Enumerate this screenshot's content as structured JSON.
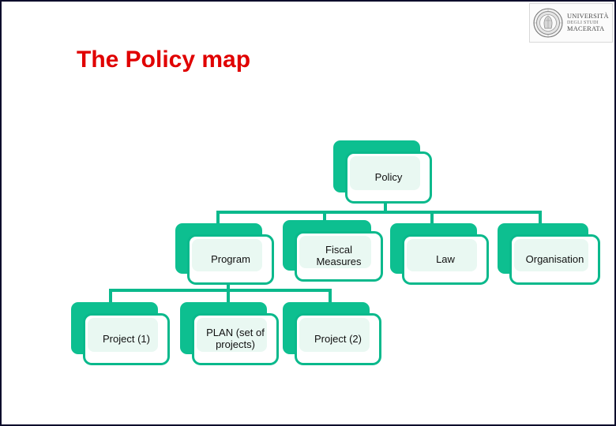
{
  "slide": {
    "title": "The Policy map",
    "title_color": "#e00000",
    "background_color": "#ffffff",
    "border_color": "#0d0d2b"
  },
  "logo": {
    "name": "universita-macerata-logo",
    "line1": "UNIVERSITÀ",
    "line2": "DEGLI STUDI",
    "line3": "MACERATA",
    "crest_icon": "university-crest-icon"
  },
  "chart_data": {
    "type": "diagram",
    "subtype": "org-chart",
    "title": "The Policy map",
    "accent_color": "#0ab98c",
    "shadow_color": "#0dbf90",
    "node_fill_color": "#e9f8f2",
    "node_card_color": "#ffffff",
    "levels": [
      {
        "level": 1,
        "nodes": [
          {
            "id": "policy",
            "label": "Policy"
          }
        ]
      },
      {
        "level": 2,
        "nodes": [
          {
            "id": "program",
            "label": "Program"
          },
          {
            "id": "fiscal-measures",
            "label": "Fiscal\nMeasures"
          },
          {
            "id": "law",
            "label": "Law"
          },
          {
            "id": "organisation",
            "label": "Organisation"
          }
        ]
      },
      {
        "level": 3,
        "nodes": [
          {
            "id": "project-1",
            "label": "Project (1)"
          },
          {
            "id": "plan",
            "label": "PLAN (set of\nprojects)"
          },
          {
            "id": "project-2",
            "label": "Project (2)"
          }
        ]
      }
    ],
    "edges": [
      {
        "from": "policy",
        "to": "program"
      },
      {
        "from": "policy",
        "to": "fiscal-measures"
      },
      {
        "from": "policy",
        "to": "law"
      },
      {
        "from": "policy",
        "to": "organisation"
      },
      {
        "from": "program",
        "to": "project-1"
      },
      {
        "from": "program",
        "to": "plan"
      },
      {
        "from": "program",
        "to": "project-2"
      }
    ]
  }
}
